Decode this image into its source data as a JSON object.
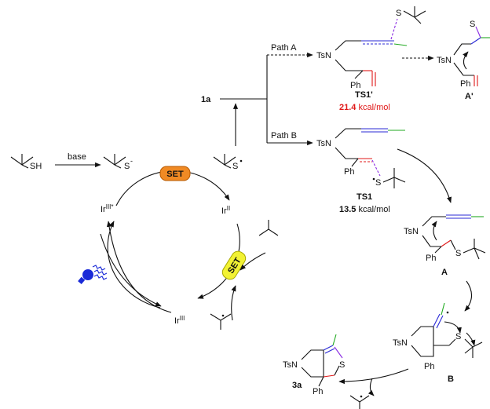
{
  "colors": {
    "ink": "#111111",
    "purple": "#8a2be2",
    "green": "#22aa22",
    "blue": "#2a2ad6",
    "red": "#e01818",
    "orange": "#e07a00",
    "set_orange": "#f08a24",
    "set_yellow": "#f2f233",
    "bulb": "#1a2ad8"
  },
  "labels": {
    "sh": "SH",
    "base": "base",
    "s_minus": "S",
    "minus": "-",
    "s_radical": "S",
    "set1": "SET",
    "set2": "SET",
    "ir3_star": "Ir",
    "ir3_star_sup": "III*",
    "ir2": "Ir",
    "ir2_sup": "II",
    "ir3": "Ir",
    "ir3_sup": "III",
    "sm": "1a",
    "path_a": "Path A",
    "path_b": "Path B",
    "tsn": "TsN",
    "ph": "Ph",
    "s": "S",
    "ts1p": "TS1'",
    "ts1p_energy_value": "21.4",
    "ts1p_energy_unit": " kcal/mol",
    "ts1": "TS1",
    "ts1_energy_value": "13.5",
    "ts1_energy_unit": " kcal/mol",
    "a_prime": "A'",
    "a": "A",
    "b": "B",
    "product": "3a"
  }
}
